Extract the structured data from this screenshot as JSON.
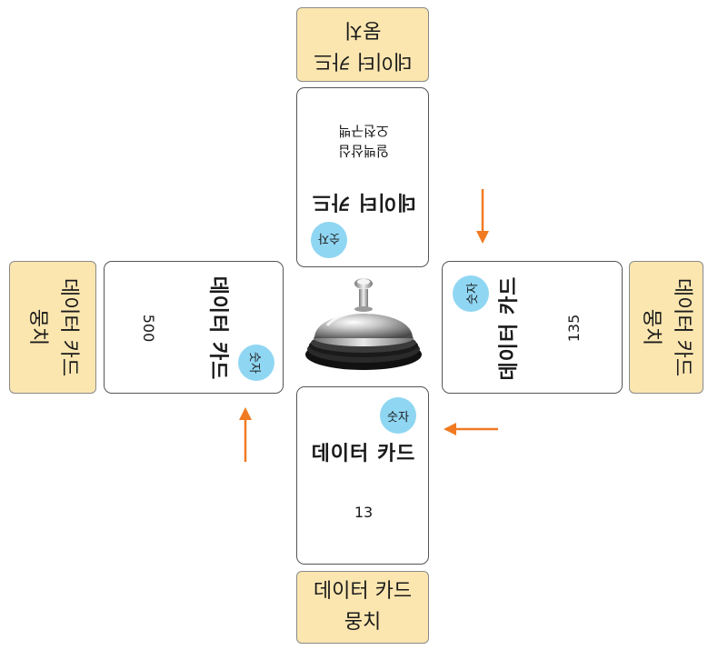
{
  "decks": {
    "top": {
      "line1": "데이터 카드",
      "line2": "뭉치"
    },
    "bottom": {
      "line1": "데이터 카드",
      "line2": "뭉치"
    },
    "left": {
      "line1": "데이터 카드",
      "line2": "뭉치"
    },
    "right": {
      "line1": "데이터 카드",
      "line2": "뭉치"
    }
  },
  "cards": {
    "bottom": {
      "title": "데이터 카드",
      "badge": "숫자",
      "value": "13"
    },
    "left": {
      "title": "데이터 카드",
      "badge": "숫자",
      "value": "500"
    },
    "right": {
      "title": "데이터 카드",
      "badge": "숫자",
      "value": "135"
    },
    "top": {
      "title": "데이터 카드",
      "badge": "숫자",
      "value_line1": "일백삼십",
      "value_line2": "오천구백"
    }
  },
  "colors": {
    "deck_fill": "#fbe6b0",
    "badge_fill": "#8fd6f2",
    "arrow": "#f07a22"
  },
  "icons": {
    "center": "service-bell-icon",
    "arrows": "arrow-icon"
  }
}
